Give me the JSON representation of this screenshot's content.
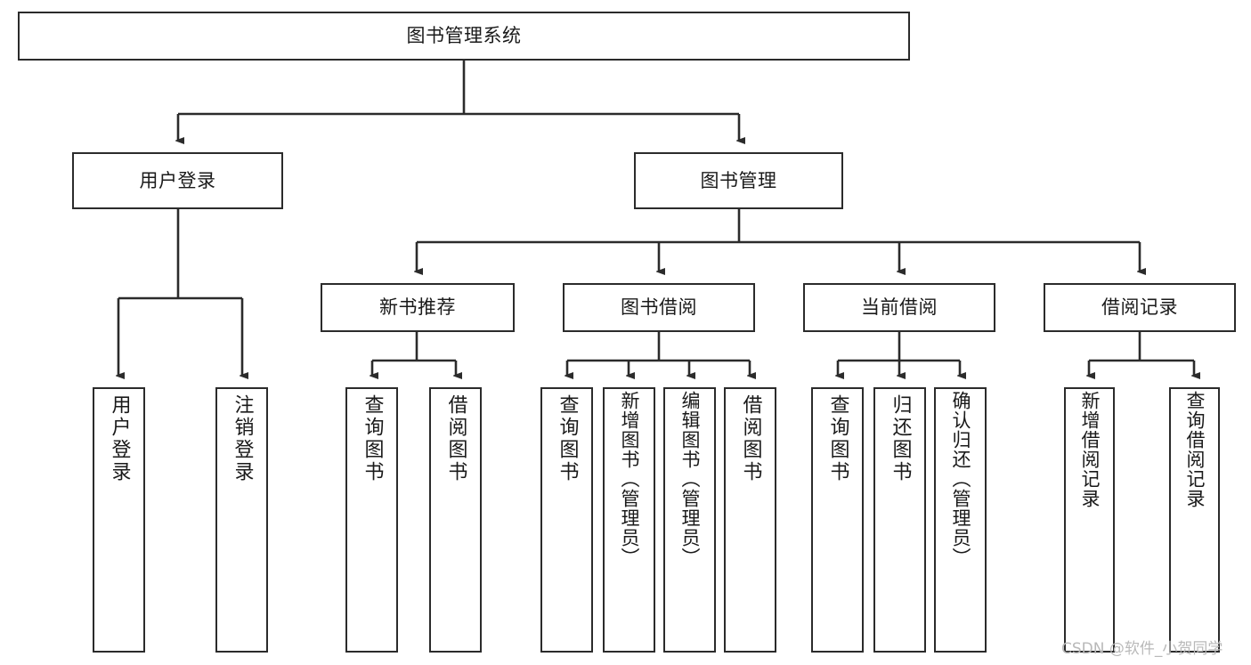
{
  "diagram": {
    "title_node": {
      "label": "图书管理系统"
    },
    "level2": [
      {
        "label": "用户登录"
      },
      {
        "label": "图书管理"
      }
    ],
    "level3": [
      {
        "label": "新书推荐"
      },
      {
        "label": "图书借阅"
      },
      {
        "label": "当前借阅"
      },
      {
        "label": "借阅记录"
      }
    ],
    "leaves": {
      "user_login": [
        {
          "label": "用户登录"
        },
        {
          "label": "注销登录"
        }
      ],
      "new_book_recommend": [
        {
          "label": "查询图书"
        },
        {
          "label": "借阅图书"
        }
      ],
      "book_borrow": [
        {
          "label": "查询图书"
        },
        {
          "label": "新增图书（管理员）"
        },
        {
          "label": "编辑图书（管理员）"
        },
        {
          "label": "借阅图书"
        }
      ],
      "current_borrow": [
        {
          "label": "查询图书"
        },
        {
          "label": "归还图书"
        },
        {
          "label": "确认归还（管理员）"
        }
      ],
      "borrow_record": [
        {
          "label": "新增借阅记录"
        },
        {
          "label": "查询借阅记录"
        }
      ]
    }
  },
  "watermark": {
    "text": "CSDN @软件_小贺同学"
  },
  "colors": {
    "stroke": "#2b2b2b",
    "background": "#ffffff",
    "text": "#1a1a1a",
    "watermark": "#b9b9b9"
  }
}
